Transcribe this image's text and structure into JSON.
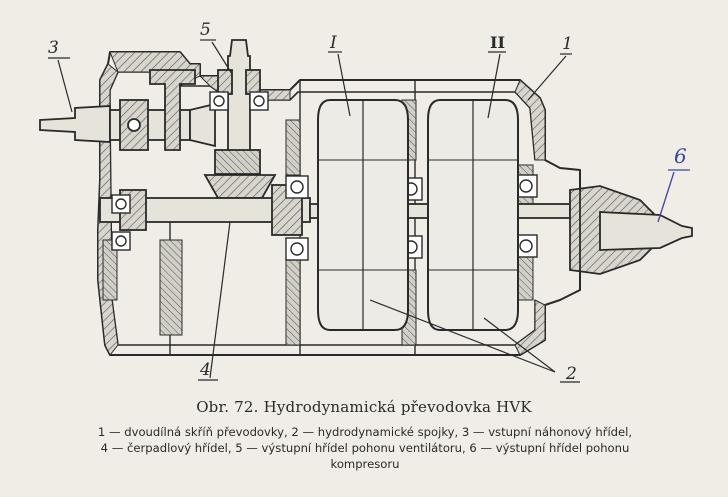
{
  "callouts": {
    "c1": "1",
    "c2": "2",
    "c3": "3",
    "c4": "4",
    "c5": "5",
    "c6": "6",
    "cI": "I",
    "cII": "II"
  },
  "caption": "Obr. 72. Hydrodynamická převodovka HVK",
  "legend": {
    "line1": "1 — dvoudílná skříň převodovky, 2 — hydrodynamické spojky, 3 — vstupní náhonový hřídel,",
    "line2": "4 — čerpadlový hřídel, 5 — výstupní hřídel pohonu ventilátoru, 6 — výstupní hřídel pohonu",
    "line3": "kompresoru"
  },
  "colors": {
    "paper": "#efede6",
    "ink": "#2a2a2a",
    "hatch_fill": "#c9c6bd",
    "blue_ink": "#3a47a0"
  }
}
